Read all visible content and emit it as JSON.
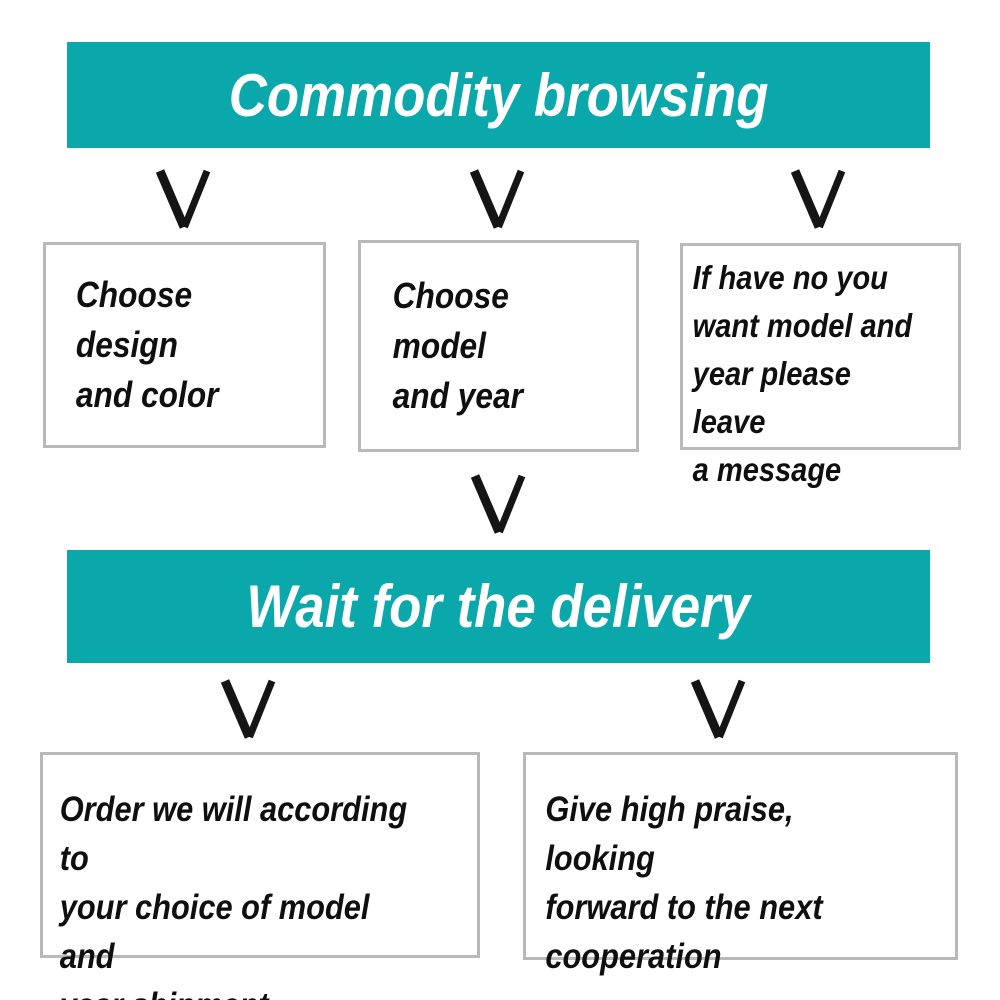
{
  "colors": {
    "teal": "#0aa7ab",
    "box_border": "#b9b9b9",
    "text": "#0f0f0f",
    "banner_text": "#ffffff",
    "arrow": "#151515",
    "background": "#ffffff"
  },
  "icons": {
    "arrow_down": "chevron-down-v-shape"
  },
  "flow": {
    "stage1": {
      "title": "Commodity browsing",
      "steps": [
        "Choose design\nand color",
        "Choose model\nand year",
        "If have no you\nwant model and\nyear please leave\na message"
      ]
    },
    "stage2": {
      "title": "Wait for the delivery",
      "steps": [
        "Order we will according to\nyour choice of model and\nyear shipment",
        "Give high praise, looking\nforward to the next\ncooperation"
      ]
    }
  }
}
